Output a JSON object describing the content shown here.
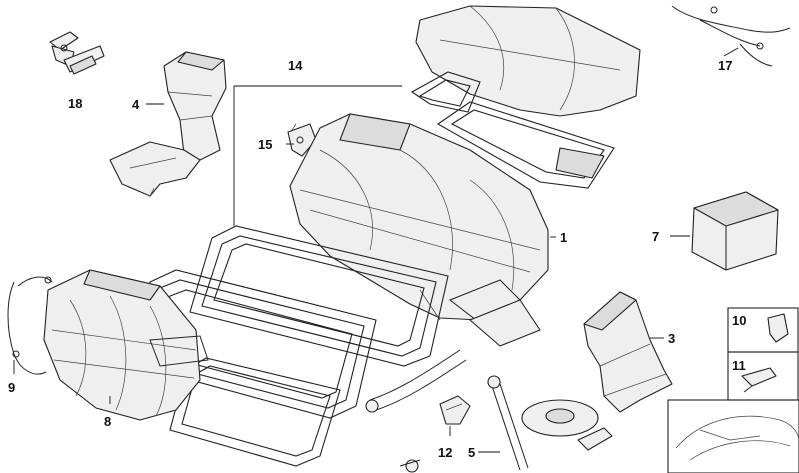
{
  "labels": {
    "p1": "1",
    "p3": "3",
    "p4": "4",
    "p5": "5",
    "p7": "7",
    "p8": "8",
    "p9": "9",
    "p10": "10",
    "p11": "11",
    "p12": "12",
    "p14": "14",
    "p15": "15",
    "p17": "17",
    "p18": "18"
  }
}
